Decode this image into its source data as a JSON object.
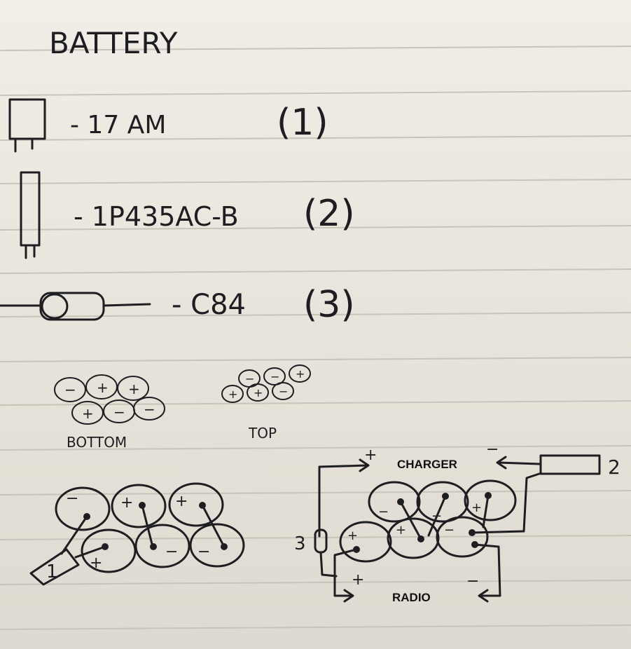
{
  "title": "BATTERY",
  "parts": [
    {
      "label": "- 17 AM",
      "num": "(1)"
    },
    {
      "label": "- 1P435AC-B",
      "num": "(2)"
    },
    {
      "label": "- C84",
      "num": "(3)"
    }
  ],
  "cell_views": {
    "bottom": "BOTTOM",
    "top": "TOP"
  },
  "wiring": {
    "charger": "CHARGER",
    "radio": "RADIO",
    "plus": "+",
    "minus": "−",
    "part1": "1",
    "part2": "2",
    "part3": "3"
  },
  "colors": {
    "ink": "#1e1e22",
    "ruling": "#c9c4ba",
    "paper": "#ece8df"
  }
}
